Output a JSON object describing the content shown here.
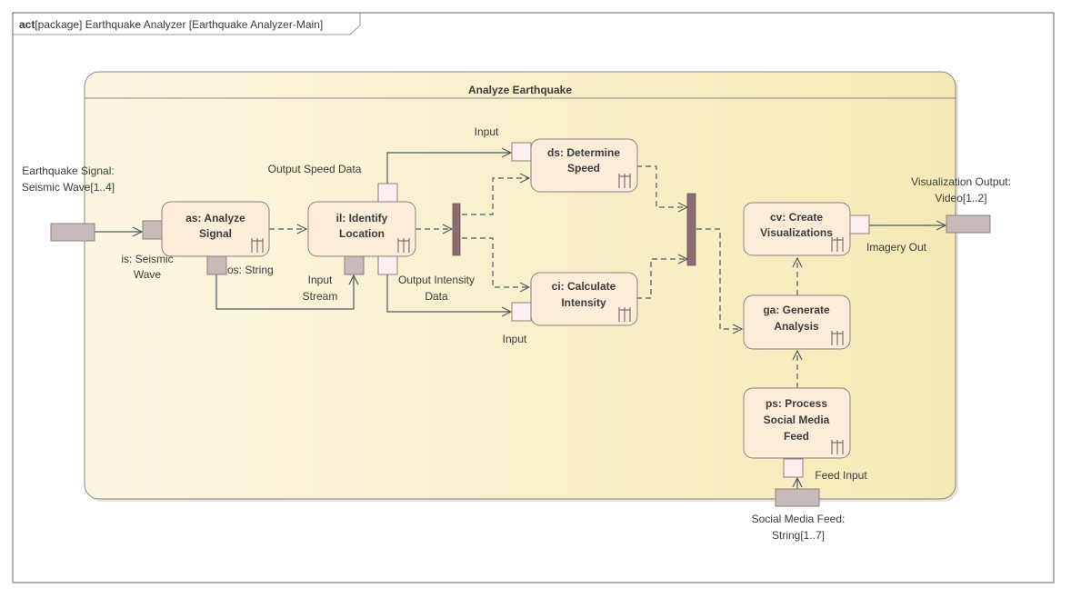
{
  "frame": {
    "keyword": "act",
    "title": "[package] Earthquake Analyzer [Earthquake Analyzer-Main]"
  },
  "activity": {
    "title": "Analyze Earthquake"
  },
  "actions": {
    "as": {
      "line1": "as: Analyze",
      "line2": "Signal"
    },
    "il": {
      "line1": "il: Identify",
      "line2": "Location"
    },
    "ds": {
      "line1": "ds: Determine",
      "line2": "Speed"
    },
    "ci": {
      "line1": "ci: Calculate",
      "line2": "Intensity"
    },
    "cv": {
      "line1": "cv: Create",
      "line2": "Visualizations"
    },
    "ga": {
      "line1": "ga: Generate",
      "line2": "Analysis"
    },
    "ps": {
      "line1": "ps: Process",
      "line2": "Social Media",
      "line3": "Feed"
    }
  },
  "parameters": {
    "earthquake_signal": {
      "line1": "Earthquake Signal:",
      "line2": "Seismic Wave[1..4]"
    },
    "visualization_output": {
      "line1": "Visualization Output:",
      "line2": "Video[1..2]"
    },
    "social_media_feed": {
      "line1": "Social Media Feed:",
      "line2": "String[1..7]"
    }
  },
  "pins": {
    "is": {
      "line1": "is: Seismic",
      "line2": "Wave"
    },
    "os": "os: String",
    "input_stream": {
      "line1": "Input",
      "line2": "Stream"
    },
    "output_speed_data": "Output Speed Data",
    "output_intensity_data": {
      "line1": "Output Intensity",
      "line2": "Data"
    },
    "ds_input": "Input",
    "ci_input": "Input",
    "imagery_out": "Imagery Out",
    "feed_input": "Feed Input"
  },
  "colors": {
    "frame_border": "#9e9496",
    "activity_fill_left": "#fbf6e1",
    "activity_fill_right": "#f5eab6",
    "activity_border": "#8f8287",
    "action_fill": "#fcecd8",
    "action_border": "#8f7f80",
    "pin_fill": "#fcefef",
    "pin_dark_fill": "#c8bab8",
    "bar_fill": "#8b6c70",
    "edge": "#4f5a66",
    "text": "#3c3c3c"
  }
}
